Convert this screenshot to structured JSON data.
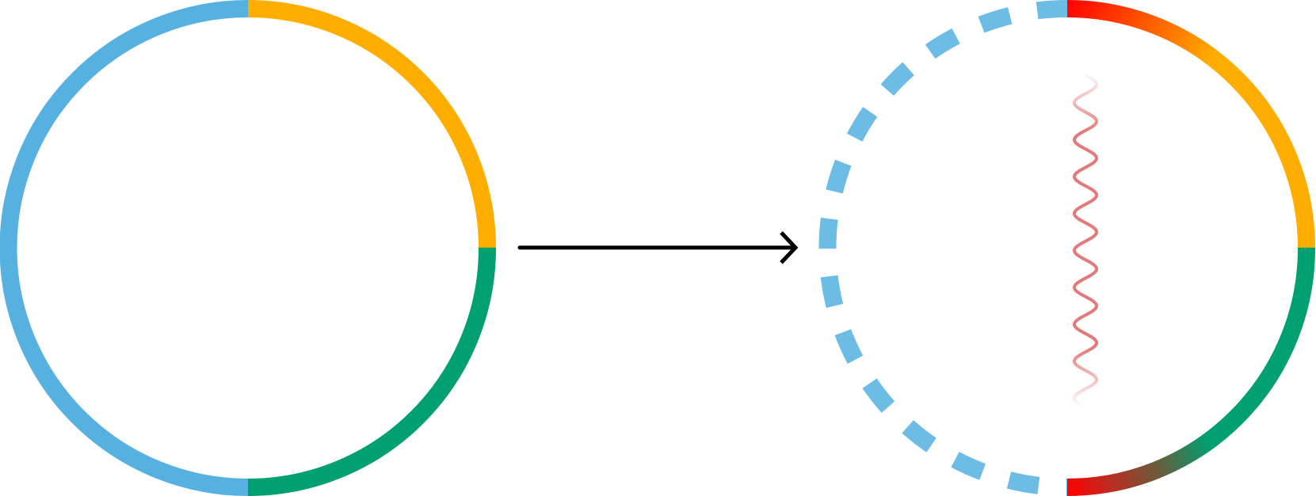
{
  "diagram": {
    "colors": {
      "blue": "#56b0e0",
      "orange": "#ffae00",
      "green": "#00a070",
      "red": "#ff0000",
      "wave": "#e06a6a",
      "arrow": "#000000"
    },
    "left_loop": {
      "segments": [
        "blue",
        "orange",
        "green"
      ]
    },
    "transition_arrow": {
      "direction": "right"
    },
    "right_loop": {
      "dashed_segment": "blue",
      "solid_segments": [
        "orange",
        "green"
      ],
      "endpoints_gradient_to": "red",
      "inner_wave": "wavy line"
    }
  }
}
